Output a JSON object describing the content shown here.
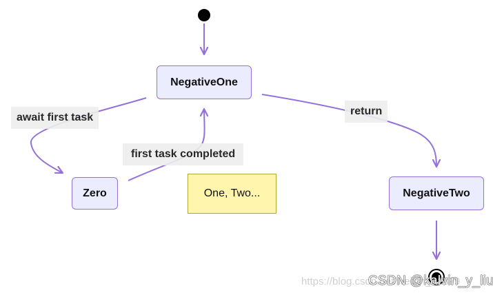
{
  "states": {
    "negative_one": "NegativeOne",
    "zero": "Zero",
    "negative_two": "NegativeTwo"
  },
  "transitions": {
    "await_first_task": "await first task",
    "first_task_completed": "first task completed",
    "return": "return"
  },
  "note": "One, Two...",
  "watermark": {
    "faint_url": "https://blog.csdn.net/weixin_41399",
    "credit": "CSDN @kalvin_y_liu"
  },
  "colors": {
    "state_fill": "#ececff",
    "state_border": "#9370db",
    "edge": "#9370db",
    "label_bg": "#eeeeee",
    "note_fill": "#fff5ad",
    "note_border": "#aaaa33"
  }
}
